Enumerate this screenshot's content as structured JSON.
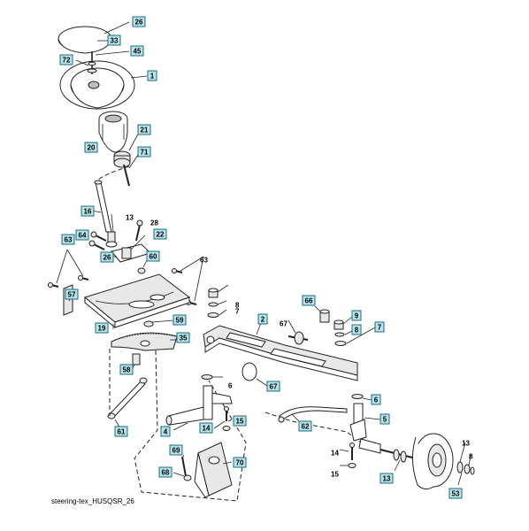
{
  "caption": "steering-tex_HUSQSR_26",
  "boxed": [
    {
      "key": "b26",
      "text": "26"
    },
    {
      "key": "b33",
      "text": "33"
    },
    {
      "key": "b45",
      "text": "45"
    },
    {
      "key": "b72",
      "text": "72"
    },
    {
      "key": "b1",
      "text": "1"
    },
    {
      "key": "b21",
      "text": "21"
    },
    {
      "key": "b20",
      "text": "20"
    },
    {
      "key": "b71",
      "text": "71"
    },
    {
      "key": "b16",
      "text": "16"
    },
    {
      "key": "b64",
      "text": "64"
    },
    {
      "key": "b22",
      "text": "22"
    },
    {
      "key": "b63",
      "text": "63"
    },
    {
      "key": "b26b",
      "text": "26"
    },
    {
      "key": "b60",
      "text": "60"
    },
    {
      "key": "b57",
      "text": "57"
    },
    {
      "key": "b9",
      "text": "9"
    },
    {
      "key": "b66",
      "text": "66"
    },
    {
      "key": "b2",
      "text": "2"
    },
    {
      "key": "b59",
      "text": "59"
    },
    {
      "key": "b19",
      "text": "19"
    },
    {
      "key": "b35",
      "text": "35"
    },
    {
      "key": "b9b",
      "text": "9"
    },
    {
      "key": "b8b",
      "text": "8"
    },
    {
      "key": "b7b",
      "text": "7"
    },
    {
      "key": "b58",
      "text": "58"
    },
    {
      "key": "b67b",
      "text": "67"
    },
    {
      "key": "b6b",
      "text": "6"
    },
    {
      "key": "b5",
      "text": "5"
    },
    {
      "key": "b62",
      "text": "62"
    },
    {
      "key": "b4",
      "text": "4"
    },
    {
      "key": "b14",
      "text": "14"
    },
    {
      "key": "b15",
      "text": "15"
    },
    {
      "key": "b61",
      "text": "61"
    },
    {
      "key": "b69",
      "text": "69"
    },
    {
      "key": "b70",
      "text": "70"
    },
    {
      "key": "b68",
      "text": "68"
    },
    {
      "key": "b13",
      "text": "13"
    },
    {
      "key": "b53",
      "text": "53"
    }
  ],
  "plain": [
    {
      "key": "p13",
      "text": "13"
    },
    {
      "key": "p28",
      "text": "28"
    },
    {
      "key": "p63",
      "text": "63"
    },
    {
      "key": "p8",
      "text": "8"
    },
    {
      "key": "p7",
      "text": "7"
    },
    {
      "key": "p67",
      "text": "67"
    },
    {
      "key": "p6",
      "text": "6"
    },
    {
      "key": "p14",
      "text": "14"
    },
    {
      "key": "p15",
      "text": "15"
    },
    {
      "key": "p13b",
      "text": "13"
    },
    {
      "key": "p8b",
      "text": "8"
    }
  ]
}
